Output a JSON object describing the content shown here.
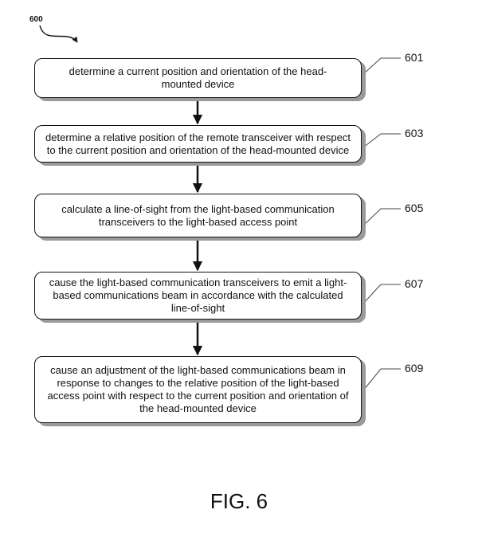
{
  "figure": {
    "reference_numeral": "600",
    "caption": "FIG. 6"
  },
  "steps": [
    {
      "id": "601",
      "text": "determine a current position and orientation of the head-mounted device"
    },
    {
      "id": "603",
      "text": "determine a relative position of the remote transceiver with respect to the current position and orientation of the head-mounted device"
    },
    {
      "id": "605",
      "text": "calculate a line-of-sight from the light-based communication transceivers to the light-based access point"
    },
    {
      "id": "607",
      "text": "cause the light-based communication transceivers to emit a light-based communications beam in accordance with the calculated line-of-sight"
    },
    {
      "id": "609",
      "text": "cause an adjustment of the light-based communications beam in response to changes to the relative position of the light-based access point with respect to the current position and orientation of the head-mounted device"
    }
  ]
}
